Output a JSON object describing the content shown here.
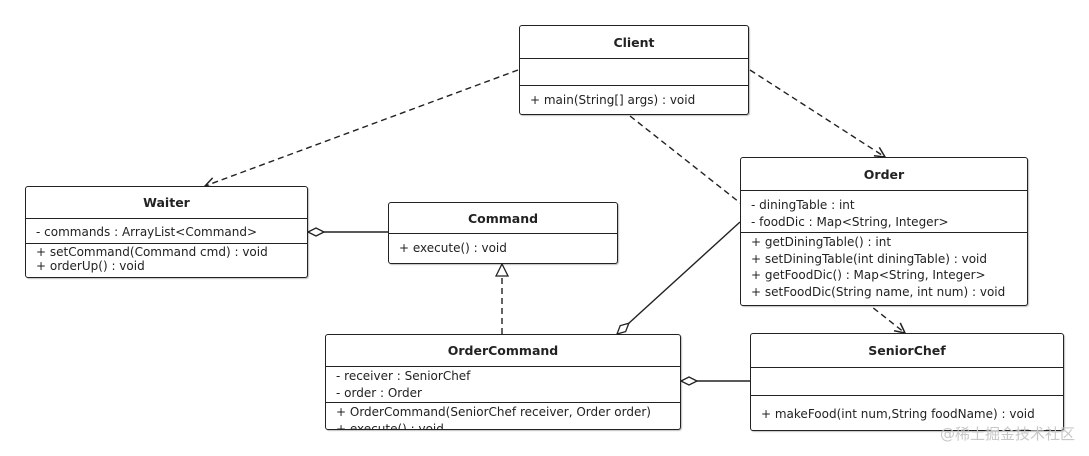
{
  "classes": {
    "client": {
      "name": "Client",
      "attributes": [],
      "methods": [
        "+ main(String[] args) : void"
      ]
    },
    "waiter": {
      "name": "Waiter",
      "attributes": [
        "- commands :  ArrayList<Command>"
      ],
      "methods": [
        "+ setCommand(Command cmd) : void",
        "+ orderUp() : void"
      ]
    },
    "command": {
      "name": "Command",
      "attributes": [],
      "methods": [
        "+ execute() : void"
      ]
    },
    "order": {
      "name": "Order",
      "attributes": [
        "- diningTable : int",
        "- foodDic :   Map<String, Integer>"
      ],
      "methods": [
        "+ getDiningTable() : int",
        "+ setDiningTable(int diningTable) : void",
        "+ getFoodDic() : Map<String, Integer>",
        "+ setFoodDic(String name, int num) : void"
      ]
    },
    "order_command": {
      "name": "OrderCommand",
      "attributes": [
        "- receiver : SeniorChef",
        "- order : Order"
      ],
      "methods": [
        "+ OrderCommand(SeniorChef receiver, Order order)",
        "+ execute() : void"
      ]
    },
    "senior_chef": {
      "name": "SeniorChef",
      "attributes": [],
      "methods": [
        "+ makeFood(int num,String foodName) : void"
      ]
    }
  },
  "watermark": "@稀土掘金技术社区"
}
